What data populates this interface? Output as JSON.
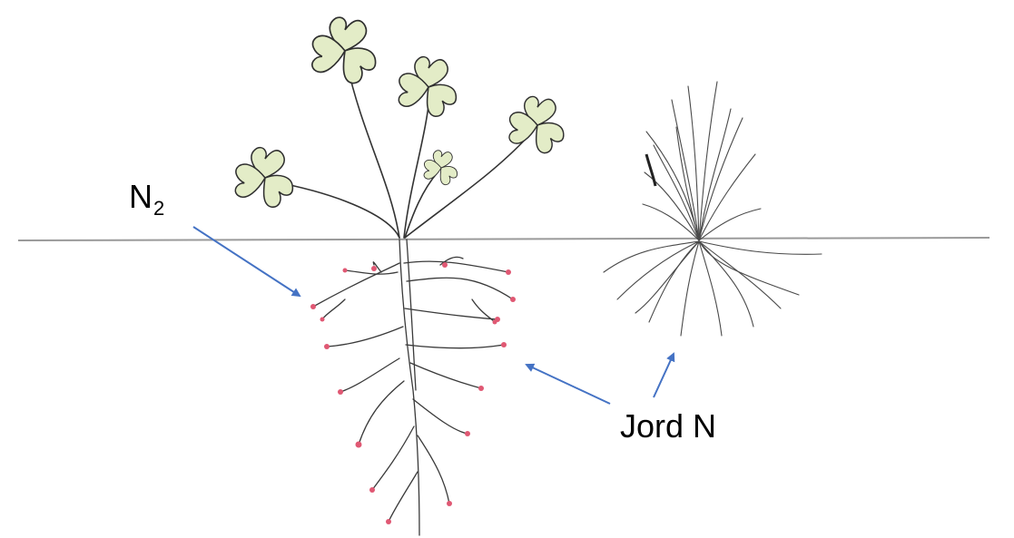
{
  "labels": {
    "n2_main": "N",
    "n2_sub": "2",
    "soil_n": "Jord N"
  },
  "colors": {
    "arrow": "#4472c4",
    "nodule": "#e05873",
    "leaf_fill": "#e3ecc7",
    "ground": "#9a9a9a"
  },
  "icons": {
    "clover": "clover-plant-icon",
    "grass": "grass-plant-icon"
  }
}
